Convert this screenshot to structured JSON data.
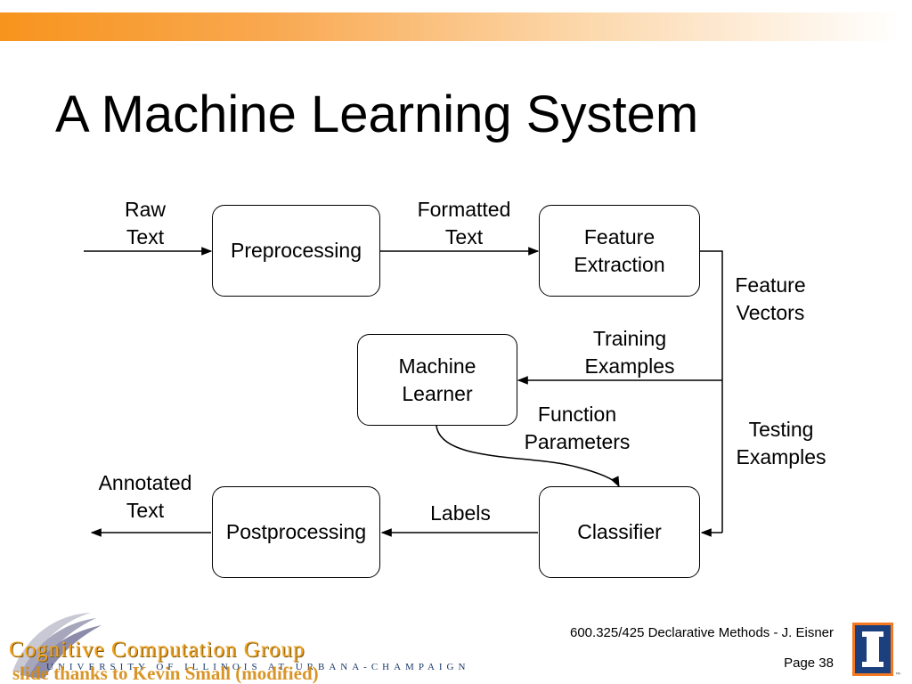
{
  "slide": {
    "title": "A Machine Learning System",
    "footer": {
      "course": "600.325/425 Declarative Methods - J. Eisner",
      "page": "Page 38"
    },
    "logo": {
      "name": "Cognitive Computation Group",
      "subtitle": "UNIVERSITY OF ILLINOIS AT URBANA-CHAMPAIGN",
      "credit": "slide thanks to Kevin Small (modified)"
    }
  },
  "diagram": {
    "nodes": {
      "preprocessing": [
        "Preprocessing"
      ],
      "feature_extraction": [
        "Feature",
        "Extraction"
      ],
      "machine_learner": [
        "Machine",
        "Learner"
      ],
      "classifier": [
        "Classifier"
      ],
      "postprocessing": [
        "Postprocessing"
      ]
    },
    "edge_labels": {
      "raw_text": [
        "Raw",
        "Text"
      ],
      "formatted_text": [
        "Formatted",
        "Text"
      ],
      "feature_vectors": [
        "Feature",
        "Vectors"
      ],
      "training_examples": [
        "Training",
        "Examples"
      ],
      "testing_examples": [
        "Testing",
        "Examples"
      ],
      "function_parameters": [
        "Function",
        "Parameters"
      ],
      "labels": [
        "Labels"
      ],
      "annotated_text": [
        "Annotated",
        "Text"
      ]
    },
    "edges": [
      {
        "from": "input",
        "to": "preprocessing",
        "label": "raw_text"
      },
      {
        "from": "preprocessing",
        "to": "feature_extraction",
        "label": "formatted_text"
      },
      {
        "from": "feature_extraction",
        "to": "machine_learner",
        "label": "training_examples"
      },
      {
        "from": "feature_extraction",
        "to": "classifier",
        "label": "testing_examples"
      },
      {
        "from": "machine_learner",
        "to": "classifier",
        "label": "function_parameters"
      },
      {
        "from": "classifier",
        "to": "postprocessing",
        "label": "labels"
      },
      {
        "from": "postprocessing",
        "to": "output",
        "label": "annotated_text"
      }
    ]
  }
}
